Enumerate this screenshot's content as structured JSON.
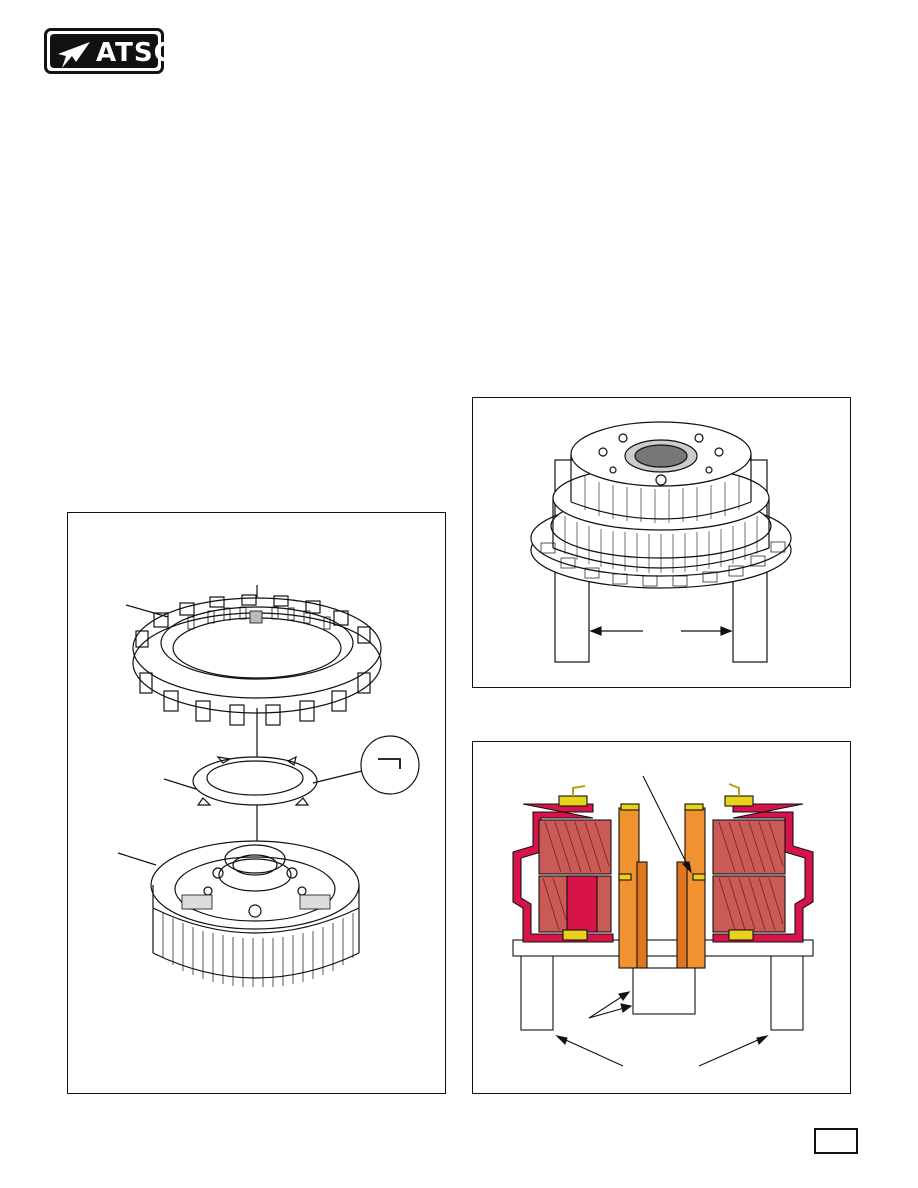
{
  "header": {
    "logo_text": "ATSG",
    "logo_icon": "bird-wing-icon"
  },
  "figures": {
    "left": {
      "name": "exploded-clutch-assembly-diagram",
      "detail_icon": "snap-ring-detail-icon"
    },
    "top_right": {
      "name": "planet-carrier-on-blocks-photo"
    },
    "bottom_right": {
      "name": "cutaway-planetary-section-diagram"
    }
  },
  "colors": {
    "housing": "#d8134a",
    "gear": "#c95a55",
    "shaft": "#f0922f",
    "shaft_dark": "#e0761d",
    "bushing": "#e9d21c",
    "line": "#111111"
  },
  "footer": {
    "page_number": ""
  }
}
